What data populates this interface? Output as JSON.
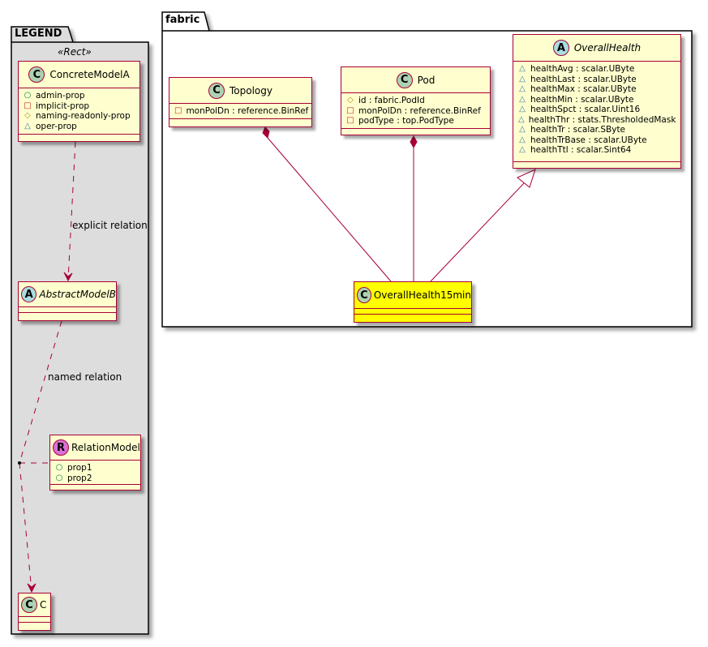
{
  "legend": {
    "package_name": "LEGEND",
    "stereotype": "«Rect»",
    "classes": {
      "concrete": {
        "glyph": "C",
        "name": "ConcreteModelA",
        "attributes": [
          {
            "visibility": "public",
            "icon": "circle-icon",
            "symbol": "○",
            "text": "admin-prop"
          },
          {
            "visibility": "private",
            "icon": "square-icon",
            "symbol": "□",
            "text": "implicit-prop"
          },
          {
            "visibility": "protected",
            "icon": "diamond-icon",
            "symbol": "◇",
            "text": "naming-readonly-prop"
          },
          {
            "visibility": "package",
            "icon": "triangle-icon",
            "symbol": "△",
            "text": "oper-prop"
          }
        ]
      },
      "abstract": {
        "glyph": "A",
        "name": "AbstractModelB"
      },
      "relation": {
        "glyph": "R",
        "name": "RelationModel",
        "attributes": [
          {
            "visibility": "public",
            "icon": "circle-icon",
            "symbol": "○",
            "text": "prop1"
          },
          {
            "visibility": "public",
            "icon": "circle-icon",
            "symbol": "○",
            "text": "prop2"
          }
        ]
      },
      "c": {
        "glyph": "C",
        "name": "C"
      }
    },
    "relations": {
      "explicit": "explicit relation",
      "named": "named relation"
    }
  },
  "fabric": {
    "package_name": "fabric",
    "classes": {
      "topology": {
        "glyph": "C",
        "name": "Topology",
        "attributes": [
          {
            "visibility": "private",
            "icon": "square-icon",
            "symbol": "□",
            "text": "monPolDn : reference.BinRef"
          }
        ]
      },
      "pod": {
        "glyph": "C",
        "name": "Pod",
        "attributes": [
          {
            "visibility": "protected",
            "icon": "diamond-icon",
            "symbol": "◇",
            "text": "id : fabric.PodId"
          },
          {
            "visibility": "private",
            "icon": "square-icon",
            "symbol": "□",
            "text": "monPolDn : reference.BinRef"
          },
          {
            "visibility": "private",
            "icon": "square-icon",
            "symbol": "□",
            "text": "podType : top.PodType"
          }
        ]
      },
      "overall_health": {
        "glyph": "A",
        "name": "OverallHealth",
        "attributes": [
          {
            "visibility": "package",
            "icon": "triangle-icon",
            "symbol": "△",
            "text": "healthAvg : scalar.UByte"
          },
          {
            "visibility": "package",
            "icon": "triangle-icon",
            "symbol": "△",
            "text": "healthLast : scalar.UByte"
          },
          {
            "visibility": "package",
            "icon": "triangle-icon",
            "symbol": "△",
            "text": "healthMax : scalar.UByte"
          },
          {
            "visibility": "package",
            "icon": "triangle-icon",
            "symbol": "△",
            "text": "healthMin : scalar.UByte"
          },
          {
            "visibility": "package",
            "icon": "triangle-icon",
            "symbol": "△",
            "text": "healthSpct : scalar.Uint16"
          },
          {
            "visibility": "package",
            "icon": "triangle-icon",
            "symbol": "△",
            "text": "healthThr : stats.ThresholdedMask"
          },
          {
            "visibility": "package",
            "icon": "triangle-icon",
            "symbol": "△",
            "text": "healthTr : scalar.SByte"
          },
          {
            "visibility": "package",
            "icon": "triangle-icon",
            "symbol": "△",
            "text": "healthTrBase : scalar.UByte"
          },
          {
            "visibility": "package",
            "icon": "triangle-icon",
            "symbol": "△",
            "text": "healthTtl : scalar.Sint64"
          }
        ]
      },
      "overall_health_15min": {
        "glyph": "C",
        "name": "OverallHealth15min",
        "highlight_color": "#FFFF00"
      }
    }
  },
  "colors": {
    "class_fill": "#FEFECE",
    "class_border": "#A80036",
    "highlight_fill": "#FFFF00",
    "legend_fill": "#DDDDDD",
    "glyph_class": "#ADD1B2",
    "glyph_abstract": "#A9DCDF",
    "glyph_relation": "#DA70D6"
  }
}
